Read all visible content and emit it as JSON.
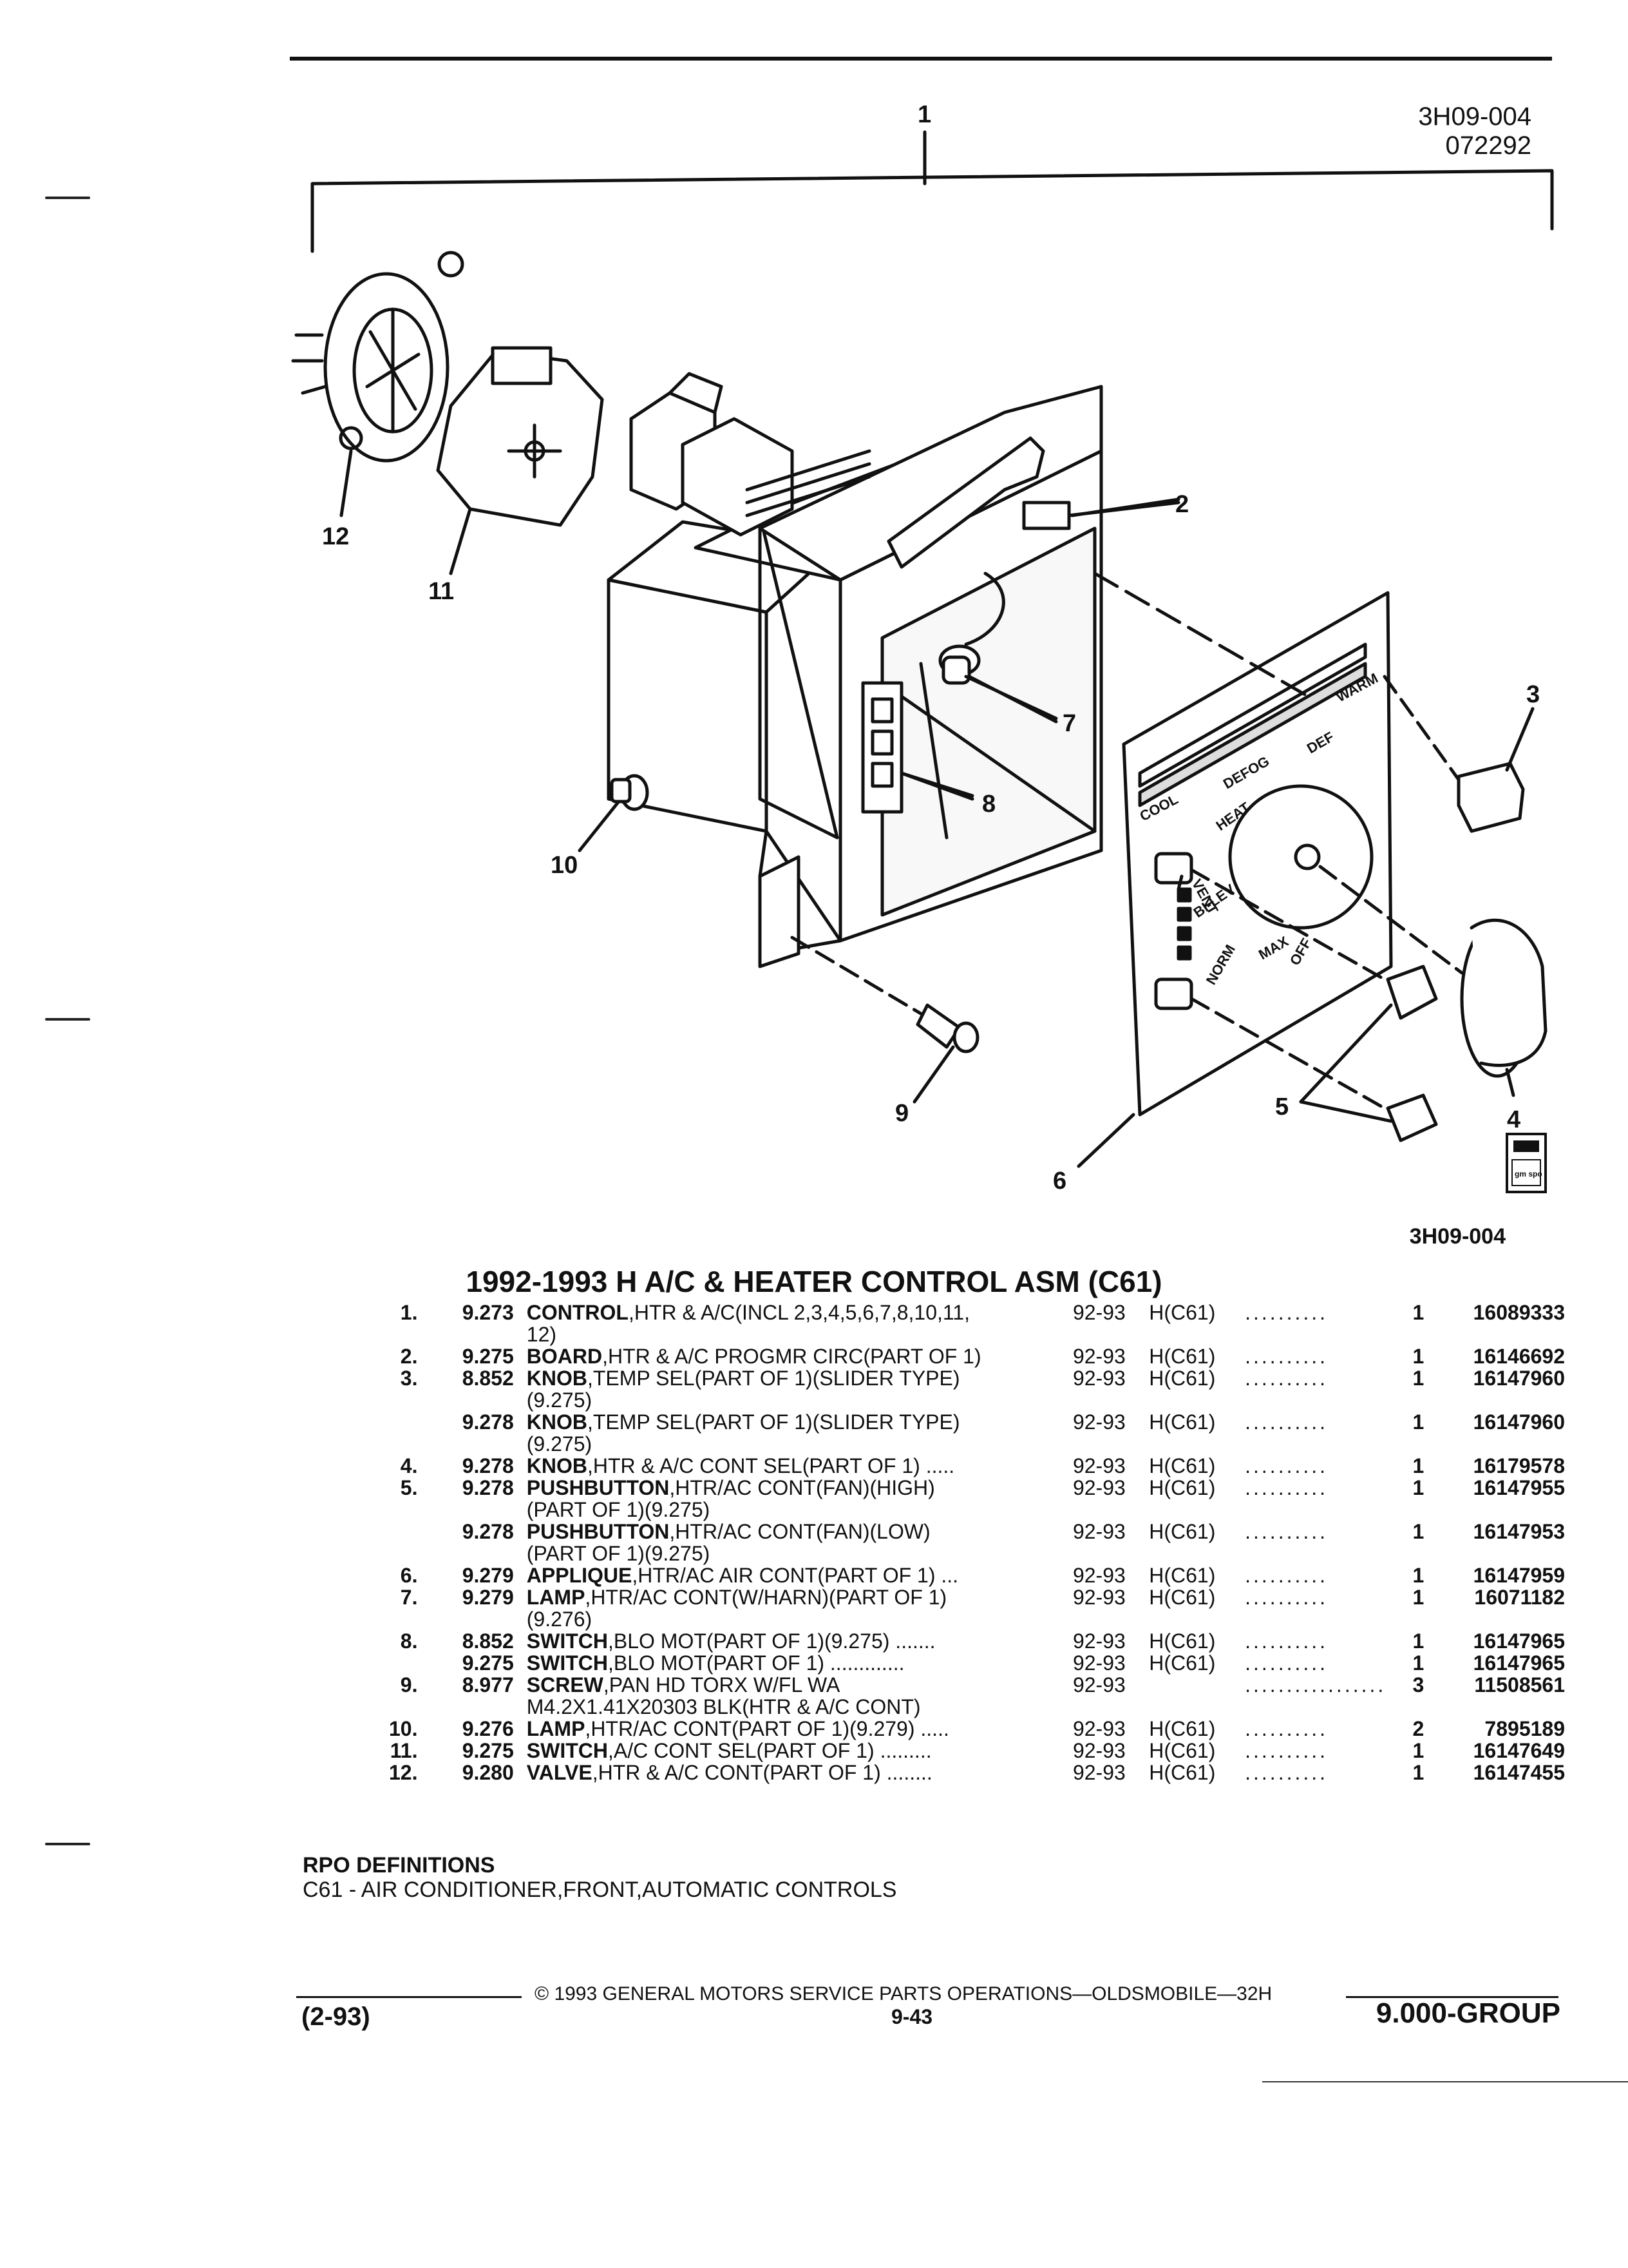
{
  "header": {
    "figure_id": "3H09-004",
    "figure_date": "072292",
    "figure_id_bottom": "3H09-004"
  },
  "diagram": {
    "callouts": [
      "1",
      "2",
      "3",
      "4",
      "5",
      "6",
      "7",
      "8",
      "9",
      "10",
      "11",
      "12"
    ],
    "panel_labels": {
      "cool": "COOL",
      "warm": "WARM",
      "defog": "DEFOG",
      "def": "DEF",
      "heat": "HEAT",
      "vent": "VENT",
      "bilev": "BI-LEV",
      "norm": "NORM",
      "max": "MAX",
      "off": "OFF"
    },
    "logo_text": "gm spo"
  },
  "section_title": "1992-1993 H A/C & HEATER CONTROL ASM (C61)",
  "parts": [
    {
      "item": "1.",
      "group": "9.273",
      "name": "CONTROL",
      "detail": ",HTR & A/C(INCL 2,3,4,5,6,7,8,10,11,",
      "cont": "12)",
      "years": "92-93",
      "model": "H(C61)",
      "dots": "..........",
      "qty": "1",
      "part_no": "16089333"
    },
    {
      "item": "2.",
      "group": "9.275",
      "name": "BOARD",
      "detail": ",HTR & A/C PROGMR CIRC(PART OF 1)",
      "cont": "",
      "years": "92-93",
      "model": "H(C61)",
      "dots": "..........",
      "qty": "1",
      "part_no": "16146692"
    },
    {
      "item": "3.",
      "group": "8.852",
      "name": "KNOB",
      "detail": ",TEMP SEL(PART OF 1)(SLIDER TYPE)",
      "cont": "(9.275)",
      "years": "92-93",
      "model": "H(C61)",
      "dots": "..........",
      "qty": "1",
      "part_no": "16147960"
    },
    {
      "item": "",
      "group": "9.278",
      "name": "KNOB",
      "detail": ",TEMP SEL(PART OF 1)(SLIDER TYPE)",
      "cont": "(9.275)",
      "years": "92-93",
      "model": "H(C61)",
      "dots": "..........",
      "qty": "1",
      "part_no": "16147960"
    },
    {
      "item": "4.",
      "group": "9.278",
      "name": "KNOB",
      "detail": ",HTR & A/C CONT SEL(PART OF 1) .....",
      "cont": "",
      "years": "92-93",
      "model": "H(C61)",
      "dots": "..........",
      "qty": "1",
      "part_no": "16179578"
    },
    {
      "item": "5.",
      "group": "9.278",
      "name": "PUSHBUTTON",
      "detail": ",HTR/AC CONT(FAN)(HIGH)",
      "cont": "(PART OF 1)(9.275)",
      "years": "92-93",
      "model": "H(C61)",
      "dots": "..........",
      "qty": "1",
      "part_no": "16147955"
    },
    {
      "item": "",
      "group": "9.278",
      "name": "PUSHBUTTON",
      "detail": ",HTR/AC CONT(FAN)(LOW)",
      "cont": "(PART OF 1)(9.275)",
      "years": "92-93",
      "model": "H(C61)",
      "dots": "..........",
      "qty": "1",
      "part_no": "16147953"
    },
    {
      "item": "6.",
      "group": "9.279",
      "name": "APPLIQUE",
      "detail": ",HTR/AC AIR CONT(PART OF 1) ...",
      "cont": "",
      "years": "92-93",
      "model": "H(C61)",
      "dots": "..........",
      "qty": "1",
      "part_no": "16147959"
    },
    {
      "item": "7.",
      "group": "9.279",
      "name": "LAMP",
      "detail": ",HTR/AC CONT(W/HARN)(PART OF 1)",
      "cont": "(9.276)",
      "years": "92-93",
      "model": "H(C61)",
      "dots": "..........",
      "qty": "1",
      "part_no": "16071182"
    },
    {
      "item": "8.",
      "group": "8.852",
      "name": "SWITCH",
      "detail": ",BLO MOT(PART OF 1)(9.275) .......",
      "cont": "",
      "years": "92-93",
      "model": "H(C61)",
      "dots": "..........",
      "qty": "1",
      "part_no": "16147965"
    },
    {
      "item": "",
      "group": "9.275",
      "name": "SWITCH",
      "detail": ",BLO MOT(PART OF 1) .............",
      "cont": "",
      "years": "92-93",
      "model": "H(C61)",
      "dots": "..........",
      "qty": "1",
      "part_no": "16147965"
    },
    {
      "item": "9.",
      "group": "8.977",
      "name": "SCREW",
      "detail": ",PAN HD TORX W/FL WA",
      "cont": "M4.2X1.41X20303 BLK(HTR & A/C CONT)",
      "years": "92-93",
      "model": "",
      "dots": ".................",
      "qty": "3",
      "part_no": "11508561"
    },
    {
      "item": "10.",
      "group": "9.276",
      "name": "LAMP",
      "detail": ",HTR/AC CONT(PART OF 1)(9.279) .....",
      "cont": "",
      "years": "92-93",
      "model": "H(C61)",
      "dots": "..........",
      "qty": "2",
      "part_no": "7895189"
    },
    {
      "item": "11.",
      "group": "9.275",
      "name": "SWITCH",
      "detail": ",A/C CONT SEL(PART OF 1) .........",
      "cont": "",
      "years": "92-93",
      "model": "H(C61)",
      "dots": "..........",
      "qty": "1",
      "part_no": "16147649"
    },
    {
      "item": "12.",
      "group": "9.280",
      "name": "VALVE",
      "detail": ",HTR & A/C CONT(PART OF 1) ........",
      "cont": "",
      "years": "92-93",
      "model": "H(C61)",
      "dots": "..........",
      "qty": "1",
      "part_no": "16147455"
    }
  ],
  "rpo": {
    "heading": "RPO DEFINITIONS",
    "text": "C61 - AIR CONDITIONER,FRONT,AUTOMATIC CONTROLS"
  },
  "footer": {
    "copyright": "© 1993 GENERAL MOTORS SERVICE PARTS OPERATIONS—OLDSMOBILE—32H",
    "date_code": "(2-93)",
    "page_number": "9-43",
    "group_label": "9.000-GROUP"
  }
}
